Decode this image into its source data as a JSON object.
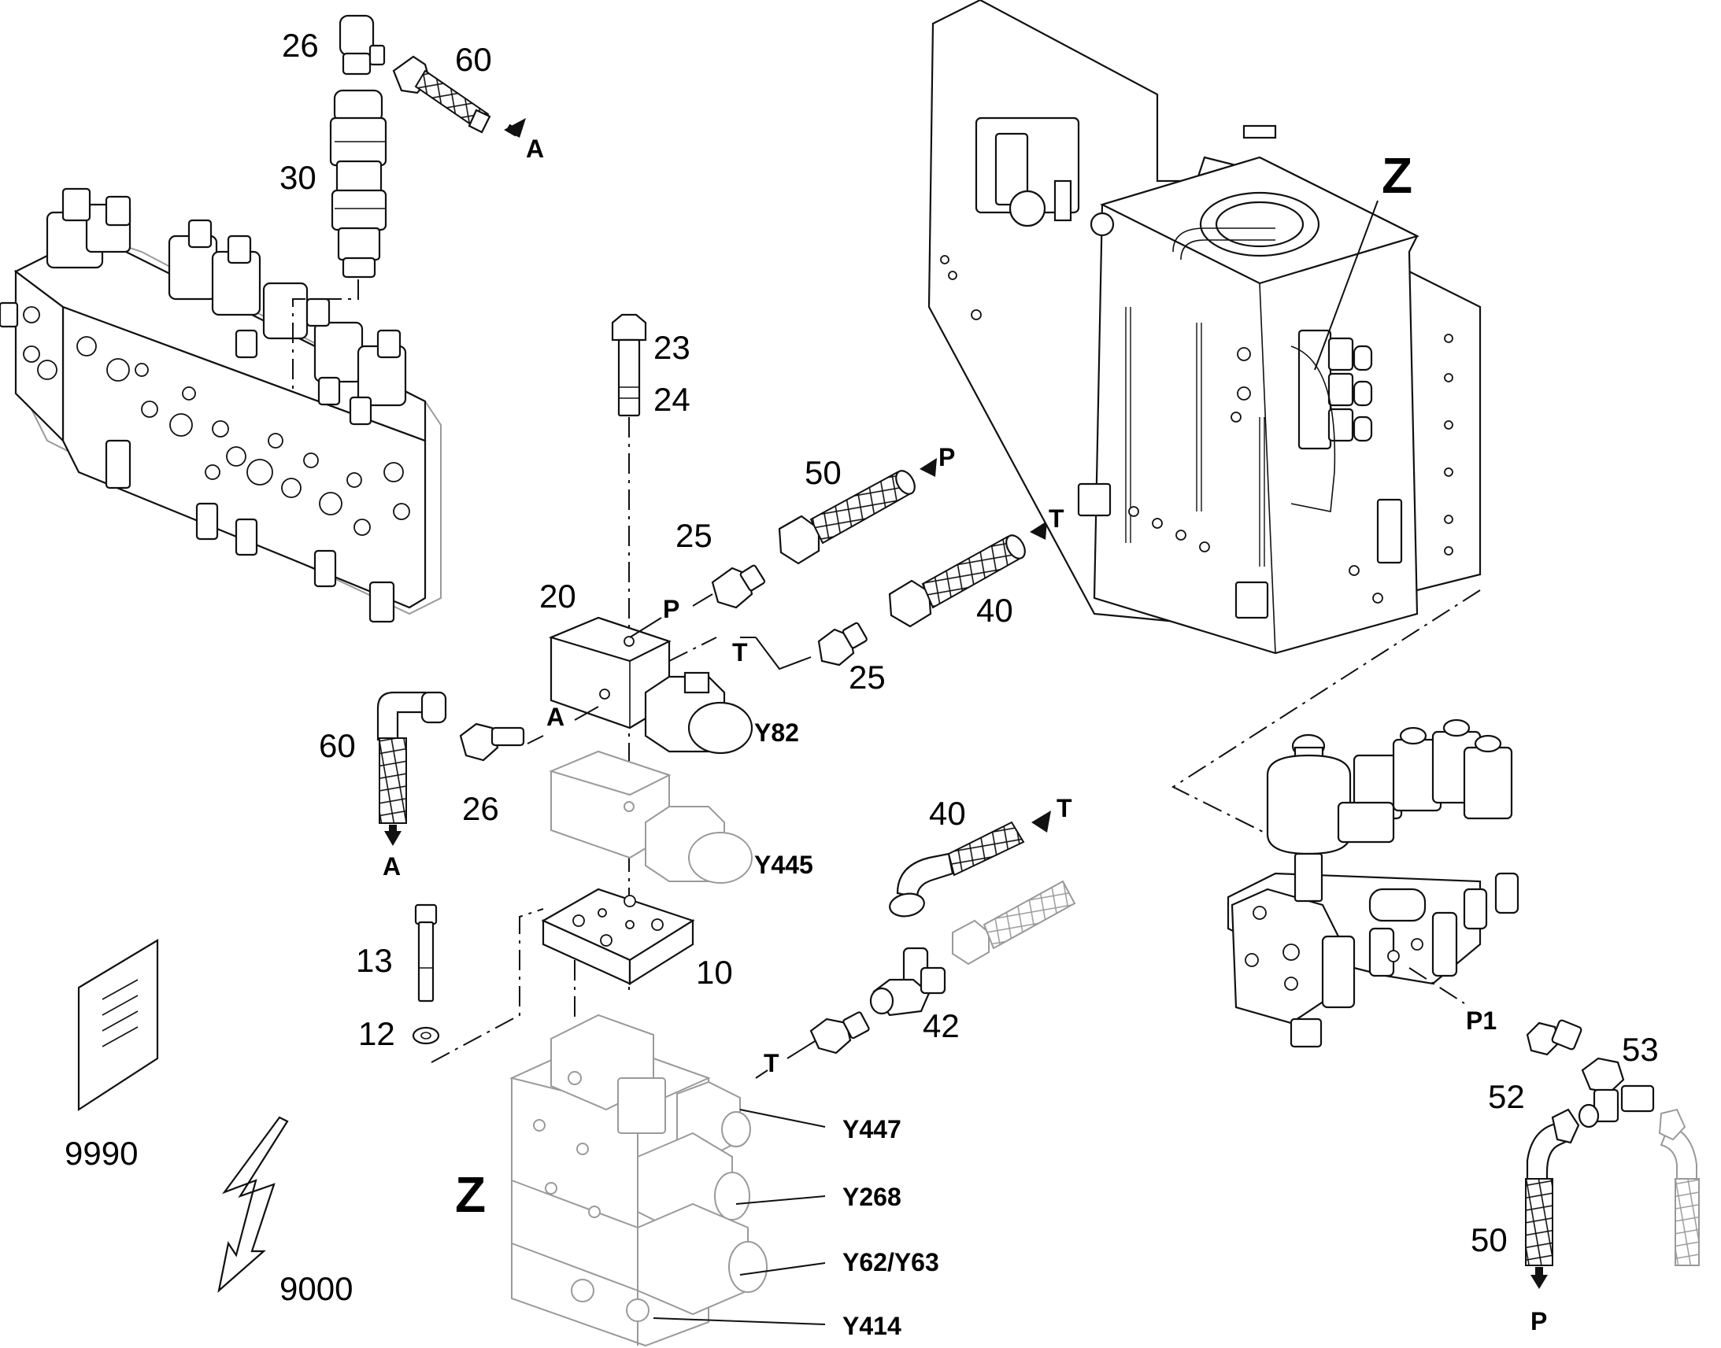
{
  "labels": {
    "l26_top": "26",
    "l60_top": "60",
    "lA_top": "A",
    "l30": "30",
    "l23": "23",
    "l24": "24",
    "l50": "50",
    "lP_50": "P",
    "l25_a": "25",
    "l20": "20",
    "lP_pipe": "P",
    "lT_pipe": "T",
    "l25_b": "25",
    "l40_a": "40",
    "lT_40": "T",
    "lY82": "Y82",
    "l60_left": "60",
    "lA_pipe": "A",
    "l26_left": "26",
    "lA_bottom": "A",
    "lY445": "Y445",
    "l40_b": "40",
    "lT_40b": "T",
    "l13": "13",
    "l10": "10",
    "l12": "12",
    "l42": "42",
    "lT_42": "T",
    "lZ_top": "Z",
    "lZ_bottom": "Z",
    "l9990": "9990",
    "l9000": "9000",
    "lY447": "Y447",
    "lY268": "Y268",
    "lY62": "Y62/Y63",
    "lY414": "Y414",
    "lP1": "P1",
    "l53": "53",
    "l52": "52",
    "l50_b": "50",
    "lP_bottom": "P"
  }
}
